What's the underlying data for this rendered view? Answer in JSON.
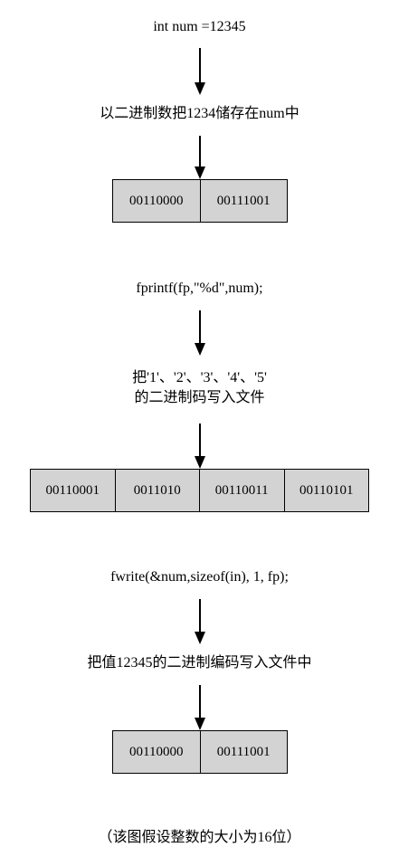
{
  "section1": {
    "code": "int num =12345",
    "desc": "以二进制数把1234储存在num中",
    "bytes": [
      "00110000",
      "00111001"
    ]
  },
  "section2": {
    "code": "fprintf(fp,\"%d\",num);",
    "desc_line1": "把'1'、'2'、'3'、'4'、'5'",
    "desc_line2": "的二进制码写入文件",
    "bytes": [
      "00110001",
      "0011010",
      "00110011",
      "00110101"
    ]
  },
  "section3": {
    "code": "fwrite(&num,sizeof(in), 1, fp);",
    "desc": "把值12345的二进制编码写入文件中",
    "bytes": [
      "00110000",
      "00111001"
    ]
  },
  "footnote": "（该图假设整数的大小为16位）",
  "colors": {
    "box_fill": "#d3d3d3",
    "stroke": "#000000",
    "background": "#ffffff"
  }
}
